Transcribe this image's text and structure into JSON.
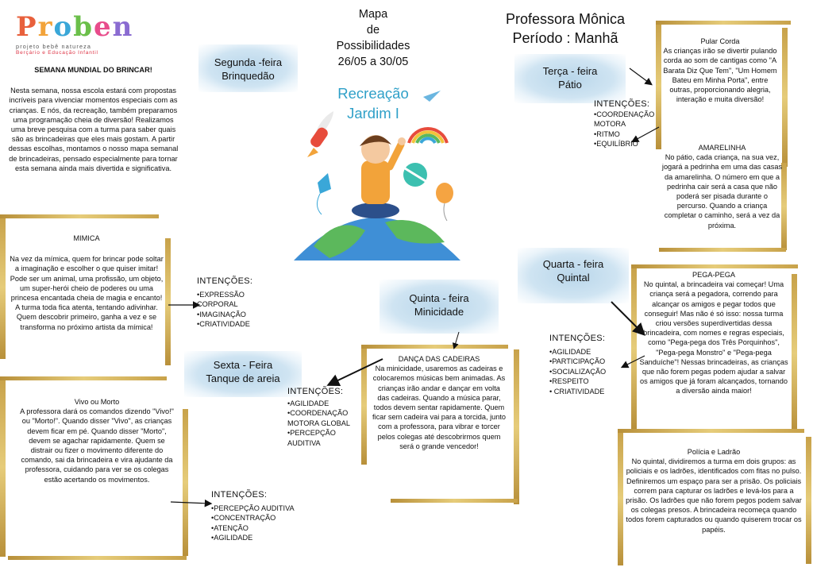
{
  "logo": {
    "letters": [
      "P",
      "r",
      "o",
      "b",
      "e",
      "n"
    ],
    "letter_colors": [
      "#e8603c",
      "#f2a33a",
      "#3aa7d8",
      "#6bbf4a",
      "#e84c8b",
      "#8a6bd1"
    ],
    "sub1": "projeto bebê natureza",
    "sub2": "Berçário e Educação Infantil"
  },
  "header": {
    "map_title_1": "Mapa",
    "map_title_2": "de",
    "map_title_3": "Possibilidades",
    "map_dates": "26/05 a 30/05",
    "rec_1": "Recreação",
    "rec_2": "Jardim I",
    "teacher": "Professora Mônica",
    "period": "Período : Manhã"
  },
  "intro": {
    "title": "SEMANA MUNDIAL DO BRINCAR!",
    "body": "Nesta semana, nossa escola estará com propostas incríveis para vivenciar momentos especiais com as crianças. E nós, da recreação, também preparamos uma programação cheia de diversão! Realizamos uma breve pesquisa com a turma para saber quais são as brincadeiras que eles mais gostam. A partir dessas escolhas, montamos o nosso mapa semanal de brincadeiras, pensado especialmente para tornar esta semana ainda mais divertida e significativa."
  },
  "days": {
    "monday_1": "Segunda -feira",
    "monday_2": "Brinquedão",
    "tuesday_1": "Terça - feira",
    "tuesday_2": "Pátio",
    "wednesday_1": "Quarta - feira",
    "wednesday_2": "Quintal",
    "thursday_1": "Quinta - feira",
    "thursday_2": "Minicidade",
    "friday_1": "Sexta - Feira",
    "friday_2": "Tanque de areia"
  },
  "mimica": {
    "title": "MIMICA",
    "body": "Na vez da mímica, quem for brincar pode soltar a imaginação e escolher o que quiser imitar! Pode ser um animal, uma profissão, um objeto, um super-herói cheio de poderes  ou uma princesa encantada cheia de magia e encanto! A turma toda fica atenta, tentando adivinhar. Quem descobrir primeiro, ganha a vez e se transforma no próximo artista da mímica!"
  },
  "mimica_intent": {
    "heading": "INTENÇÕES:",
    "items": [
      "•EXPRESSÃO CORPORAL",
      "•IMAGINAÇÃO",
      "•CRIATIVIDADE"
    ]
  },
  "vivo": {
    "title": "Vivo ou Morto",
    "body": "A professora dará os comandos dizendo \"Vivo!\" ou \"Morto!\". Quando disser \"Vivo\", as crianças devem ficar em pé. Quando disser \"Morto\", devem se agachar rapidamente. Quem se distrair ou fizer o movimento diferente do comando, sai da brincadeira e vira ajudante da professora, cuidando para ver se os colegas estão acertando  os movimentos."
  },
  "vivo_intent": {
    "heading": "INTENÇÕES:",
    "items": [
      "•PERCEPÇÃO AUDITIVA",
      "•CONCENTRAÇÃO",
      "•ATENÇÃO",
      "•AGILIDADE"
    ]
  },
  "sexta_intent": {
    "heading": "INTENÇÕES:",
    "items": [
      "•AGILIDADE",
      "•COORDENAÇÃO MOTORA GLOBAL",
      "•PERCEPÇÃO AUDITIVA"
    ]
  },
  "danca": {
    "title": "DANÇA DAS CADEIRAS",
    "body": "Na minicidade, usaremos as cadeiras e colocaremos músicas bem animadas. As crianças irão andar e dançar em volta das cadeiras. Quando a música parar, todos devem sentar rapidamente. Quem ficar sem cadeira vai para a torcida, junto com a professora, para vibrar e torcer pelos colegas até descobrirmos quem será o grande vencedor!"
  },
  "pular": {
    "title": "Pular Corda",
    "body": "As crianças irão se divertir pulando corda ao som de cantigas como \"A Barata Diz Que Tem\", \"Um Homem Bateu em Minha Porta\", entre outras, proporcionando alegria, interação e muita diversão!"
  },
  "terca_intent": {
    "heading": "INTENÇÕES:",
    "items": [
      "•COORDENAÇÃO MOTORA",
      "•RITMO",
      "•EQUILÍBRIO"
    ]
  },
  "amarelinha": {
    "title": "AMARELINHA",
    "body": "No pátio, cada criança, na sua vez, jogará a pedrinha em uma das casas da amarelinha. O número em que a pedrinha cair será a casa que não poderá ser pisada durante o percurso. Quando a criança completar o caminho, será a vez da próxima."
  },
  "pega": {
    "title": "PEGA-PEGA",
    "body": "No quintal, a brincadeira vai começar! Uma criança será a pegadora, correndo para alcançar os amigos e pegar todos que conseguir! Mas não é só isso: nossa turma criou versões superdivertidas dessa brincadeira, com nomes e regras especiais, como \"Pega-pega dos Três Porquinhos\", \"Pega-pega Monstro\" e \"Pega-pega Sanduíche\"! Nessas brincadeiras, as crianças que não forem pegas podem ajudar a salvar os amigos que já foram alcançados, tornando a diversão ainda maior!"
  },
  "quarta_intent": {
    "heading": "INTENÇÕES:",
    "items": [
      "•AGILIDADE",
      "•PARTICIPAÇÃO",
      "•SOCIALIZAÇÃO",
      "•RESPEITO",
      "• CRIATIVIDADE"
    ]
  },
  "policia": {
    "title": "Polícia e Ladrão",
    "body": "No quintal, dividiremos a turma em dois grupos: as policiais e os ladrões, identificados com fitas no pulso. Definiremos um espaço para ser a prisão. Os policiais correm para capturar os ladrões e levá-los para a prisão. Os ladrões que não forem pegos podem salvar os colegas presos. A brincadeira recomeça quando todos forem capturados ou quando quiserem trocar os papéis."
  },
  "colors": {
    "teal": "#2fa0c8",
    "gold": "#c8a24a",
    "cloud": "#c6dff0"
  }
}
